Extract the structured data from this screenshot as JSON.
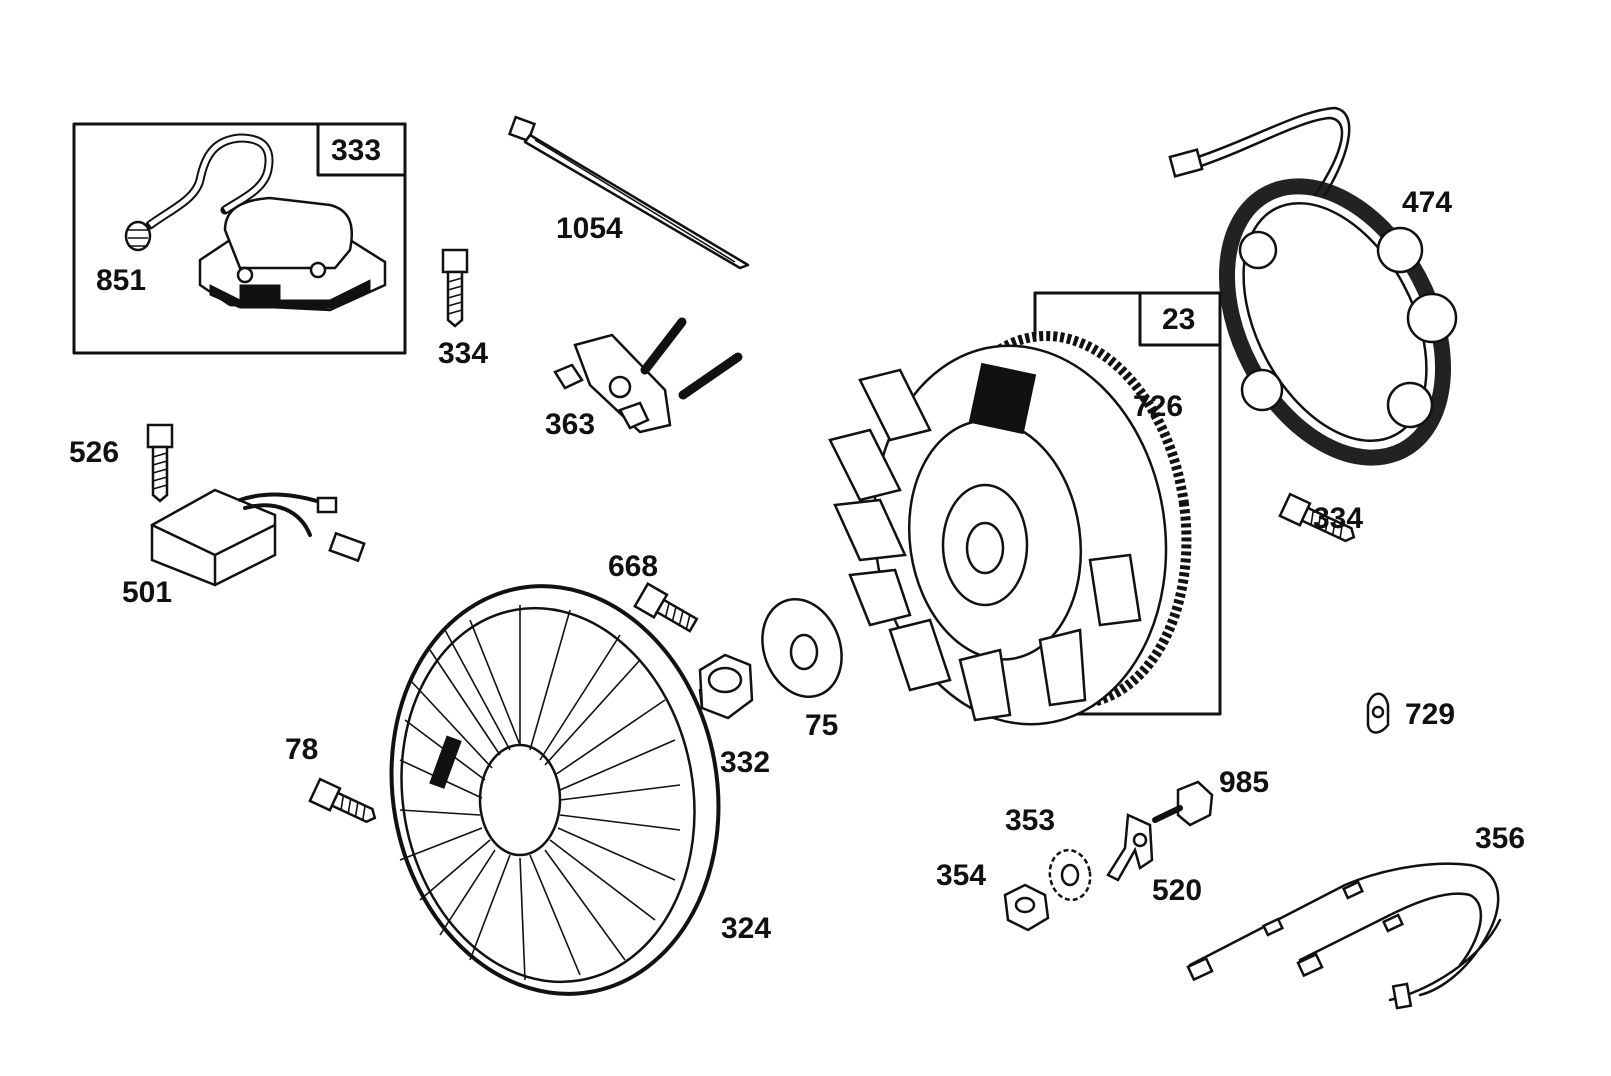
{
  "parts": {
    "p333": "333",
    "p851": "851",
    "p334a": "334",
    "p1054": "1054",
    "p363": "363",
    "p474": "474",
    "p23": "23",
    "p726": "726",
    "p334b": "334",
    "p526": "526",
    "p501": "501",
    "p668": "668",
    "p75": "75",
    "p332": "332",
    "p78": "78",
    "p324": "324",
    "p729": "729",
    "p985": "985",
    "p353": "353",
    "p354": "354",
    "p520": "520",
    "p356": "356"
  },
  "colors": {
    "ink": "#111111",
    "paper": "#ffffff"
  }
}
